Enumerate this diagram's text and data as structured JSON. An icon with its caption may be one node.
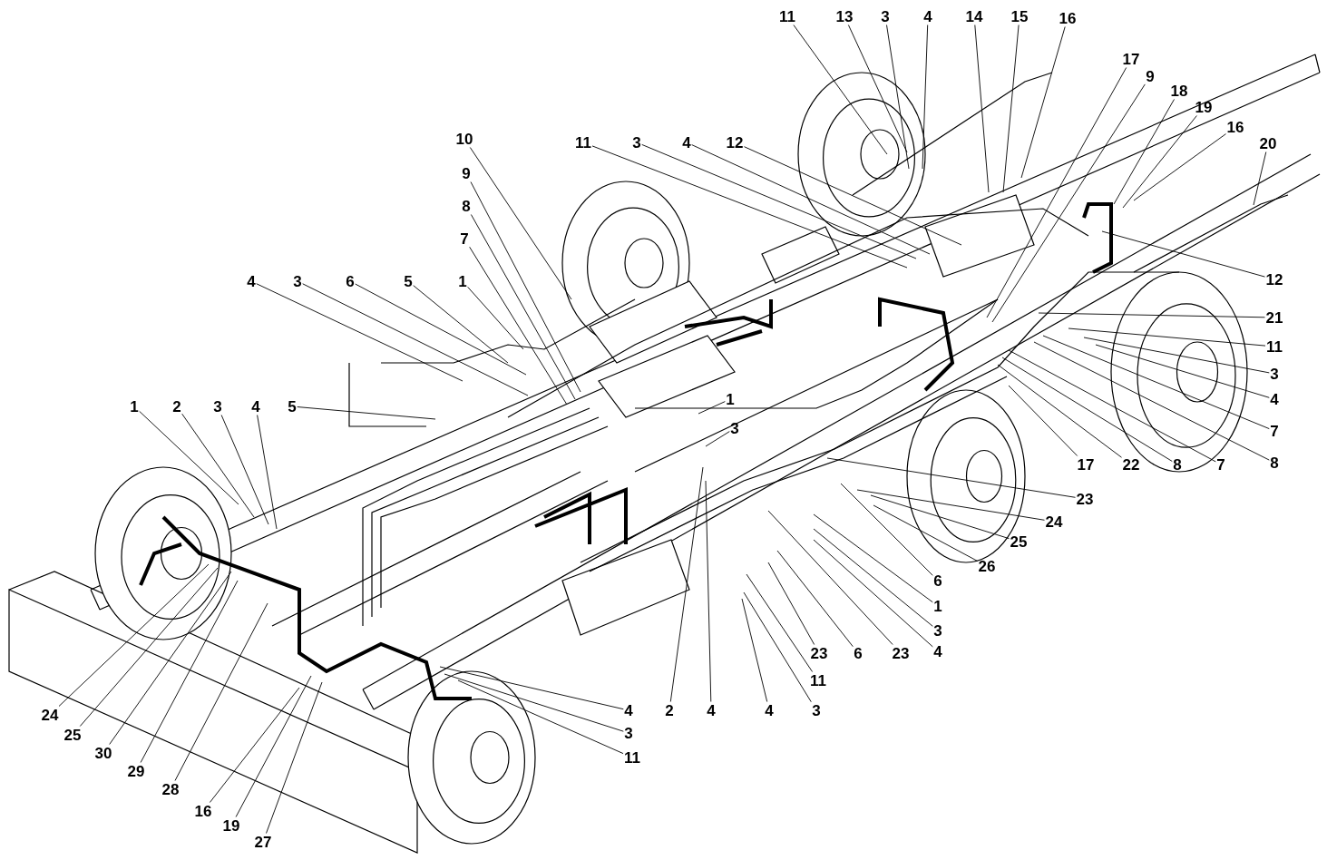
{
  "diagram": {
    "nodes": [
      {
        "text": [
          "11"
        ]
      },
      {
        "text": [
          "13"
        ]
      },
      {
        "text": [
          "3"
        ]
      },
      {
        "text": [
          "4"
        ]
      },
      {
        "text": [
          "14"
        ]
      },
      {
        "text": [
          "15"
        ]
      },
      {
        "text": [
          "16"
        ]
      },
      {
        "text": [
          "17"
        ]
      },
      {
        "text": [
          "9"
        ]
      },
      {
        "text": [
          "18"
        ]
      },
      {
        "text": [
          "19"
        ]
      },
      {
        "text": [
          "16"
        ]
      },
      {
        "text": [
          "20"
        ]
      },
      {
        "text": [
          "10"
        ]
      },
      {
        "text": [
          "11"
        ]
      },
      {
        "text": [
          "3"
        ]
      },
      {
        "text": [
          "4"
        ]
      },
      {
        "text": [
          "12"
        ]
      },
      {
        "text": [
          "9"
        ]
      },
      {
        "text": [
          "8"
        ]
      },
      {
        "text": [
          "7"
        ]
      },
      {
        "text": [
          "4"
        ]
      },
      {
        "text": [
          "3"
        ]
      },
      {
        "text": [
          "6"
        ]
      },
      {
        "text": [
          "5"
        ]
      },
      {
        "text": [
          "1"
        ]
      },
      {
        "text": [
          "5"
        ]
      },
      {
        "text": [
          "1"
        ]
      },
      {
        "text": [
          "2"
        ]
      },
      {
        "text": [
          "3"
        ]
      },
      {
        "text": [
          "4"
        ]
      },
      {
        "text": [
          "12"
        ]
      },
      {
        "text": [
          "21"
        ]
      },
      {
        "text": [
          "11"
        ]
      },
      {
        "text": [
          "3"
        ]
      },
      {
        "text": [
          "4"
        ]
      },
      {
        "text": [
          "7"
        ]
      },
      {
        "text": [
          "8"
        ]
      },
      {
        "text": [
          "17"
        ]
      },
      {
        "text": [
          "22"
        ]
      },
      {
        "text": [
          "8"
        ]
      },
      {
        "text": [
          "7"
        ]
      },
      {
        "text": [
          "23"
        ]
      },
      {
        "text": [
          "24"
        ]
      },
      {
        "text": [
          "25"
        ]
      },
      {
        "text": [
          "26"
        ]
      },
      {
        "text": [
          "6"
        ]
      },
      {
        "text": [
          "1"
        ]
      },
      {
        "text": [
          "3"
        ]
      },
      {
        "text": [
          "4"
        ]
      },
      {
        "text": [
          "1"
        ]
      },
      {
        "text": [
          "3"
        ]
      },
      {
        "text": [
          "23"
        ]
      },
      {
        "text": [
          "6"
        ]
      },
      {
        "text": [
          "23"
        ]
      },
      {
        "text": [
          "11"
        ]
      },
      {
        "text": [
          "3"
        ]
      },
      {
        "text": [
          "4"
        ]
      },
      {
        "text": [
          "2"
        ]
      },
      {
        "text": [
          "4"
        ]
      },
      {
        "text": [
          "24"
        ]
      },
      {
        "text": [
          "25"
        ]
      },
      {
        "text": [
          "30"
        ]
      },
      {
        "text": [
          "29"
        ]
      },
      {
        "text": [
          "28"
        ]
      },
      {
        "text": [
          "16"
        ]
      },
      {
        "text": [
          "19"
        ]
      },
      {
        "text": [
          "27"
        ]
      },
      {
        "text": [
          "4"
        ]
      },
      {
        "text": [
          "3"
        ]
      },
      {
        "text": [
          "11"
        ]
      }
    ],
    "edges": [
      {
        "from": 0,
        "to": null,
        "arrow": "none"
      },
      {
        "from": 1,
        "to": null,
        "arrow": "none"
      },
      {
        "from": 2,
        "to": null,
        "arrow": "none"
      },
      {
        "from": 3,
        "to": null,
        "arrow": "none"
      },
      {
        "from": 4,
        "to": null,
        "arrow": "none"
      },
      {
        "from": 5,
        "to": null,
        "arrow": "none"
      },
      {
        "from": 6,
        "to": null,
        "arrow": "none"
      },
      {
        "from": 7,
        "to": null,
        "arrow": "none"
      },
      {
        "from": 8,
        "to": null,
        "arrow": "none"
      },
      {
        "from": 9,
        "to": null,
        "arrow": "none"
      },
      {
        "from": 10,
        "to": null,
        "arrow": "none"
      },
      {
        "from": 11,
        "to": null,
        "arrow": "none"
      },
      {
        "from": 12,
        "to": null,
        "arrow": "none"
      },
      {
        "from": 13,
        "to": null,
        "arrow": "none"
      },
      {
        "from": 14,
        "to": null,
        "arrow": "none"
      },
      {
        "from": 15,
        "to": null,
        "arrow": "none"
      },
      {
        "from": 16,
        "to": null,
        "arrow": "none"
      },
      {
        "from": 17,
        "to": null,
        "arrow": "none"
      },
      {
        "from": 18,
        "to": null,
        "arrow": "none"
      },
      {
        "from": 19,
        "to": null,
        "arrow": "none"
      },
      {
        "from": 20,
        "to": null,
        "arrow": "none"
      },
      {
        "from": 21,
        "to": null,
        "arrow": "none"
      },
      {
        "from": 22,
        "to": null,
        "arrow": "none"
      },
      {
        "from": 23,
        "to": null,
        "arrow": "none"
      },
      {
        "from": 24,
        "to": null,
        "arrow": "none"
      },
      {
        "from": 25,
        "to": null,
        "arrow": "none"
      },
      {
        "from": 26,
        "to": null,
        "arrow": "none"
      },
      {
        "from": 27,
        "to": null,
        "arrow": "none"
      },
      {
        "from": 28,
        "to": null,
        "arrow": "none"
      },
      {
        "from": 29,
        "to": null,
        "arrow": "none"
      },
      {
        "from": 30,
        "to": null,
        "arrow": "none"
      },
      {
        "from": 31,
        "to": null,
        "arrow": "none"
      },
      {
        "from": 32,
        "to": null,
        "arrow": "none"
      },
      {
        "from": 33,
        "to": null,
        "arrow": "none"
      },
      {
        "from": 34,
        "to": null,
        "arrow": "none"
      },
      {
        "from": 35,
        "to": null,
        "arrow": "none"
      },
      {
        "from": 36,
        "to": null,
        "arrow": "none"
      },
      {
        "from": 37,
        "to": null,
        "arrow": "none"
      },
      {
        "from": 38,
        "to": null,
        "arrow": "none"
      },
      {
        "from": 39,
        "to": null,
        "arrow": "none"
      },
      {
        "from": 40,
        "to": null,
        "arrow": "none"
      },
      {
        "from": 41,
        "to": null,
        "arrow": "none"
      },
      {
        "from": 42,
        "to": null,
        "arrow": "none"
      },
      {
        "from": 43,
        "to": null,
        "arrow": "none"
      },
      {
        "from": 44,
        "to": null,
        "arrow": "none"
      },
      {
        "from": 45,
        "to": null,
        "arrow": "none"
      },
      {
        "from": 46,
        "to": null,
        "arrow": "none"
      },
      {
        "from": 47,
        "to": null,
        "arrow": "none"
      },
      {
        "from": 48,
        "to": null,
        "arrow": "none"
      },
      {
        "from": 49,
        "to": null,
        "arrow": "none"
      },
      {
        "from": 50,
        "to": null,
        "arrow": "none"
      },
      {
        "from": 51,
        "to": null,
        "arrow": "none"
      },
      {
        "from": 52,
        "to": null,
        "arrow": "none"
      },
      {
        "from": 53,
        "to": null,
        "arrow": "none"
      },
      {
        "from": 54,
        "to": null,
        "arrow": "none"
      },
      {
        "from": 55,
        "to": null,
        "arrow": "none"
      },
      {
        "from": 56,
        "to": null,
        "arrow": "none"
      },
      {
        "from": 57,
        "to": null,
        "arrow": "none"
      },
      {
        "from": 58,
        "to": null,
        "arrow": "none"
      },
      {
        "from": 59,
        "to": null,
        "arrow": "none"
      },
      {
        "from": 60,
        "to": null,
        "arrow": "none"
      },
      {
        "from": 61,
        "to": null,
        "arrow": "none"
      },
      {
        "from": 62,
        "to": null,
        "arrow": "none"
      },
      {
        "from": 63,
        "to": null,
        "arrow": "none"
      },
      {
        "from": 64,
        "to": null,
        "arrow": "none"
      },
      {
        "from": 65,
        "to": null,
        "arrow": "none"
      },
      {
        "from": 66,
        "to": null,
        "arrow": "none"
      },
      {
        "from": 67,
        "to": null,
        "arrow": "none"
      },
      {
        "from": 68,
        "to": null,
        "arrow": "none"
      },
      {
        "from": 69,
        "to": null,
        "arrow": "none"
      },
      {
        "from": 70,
        "to": null,
        "arrow": "none"
      }
    ]
  }
}
